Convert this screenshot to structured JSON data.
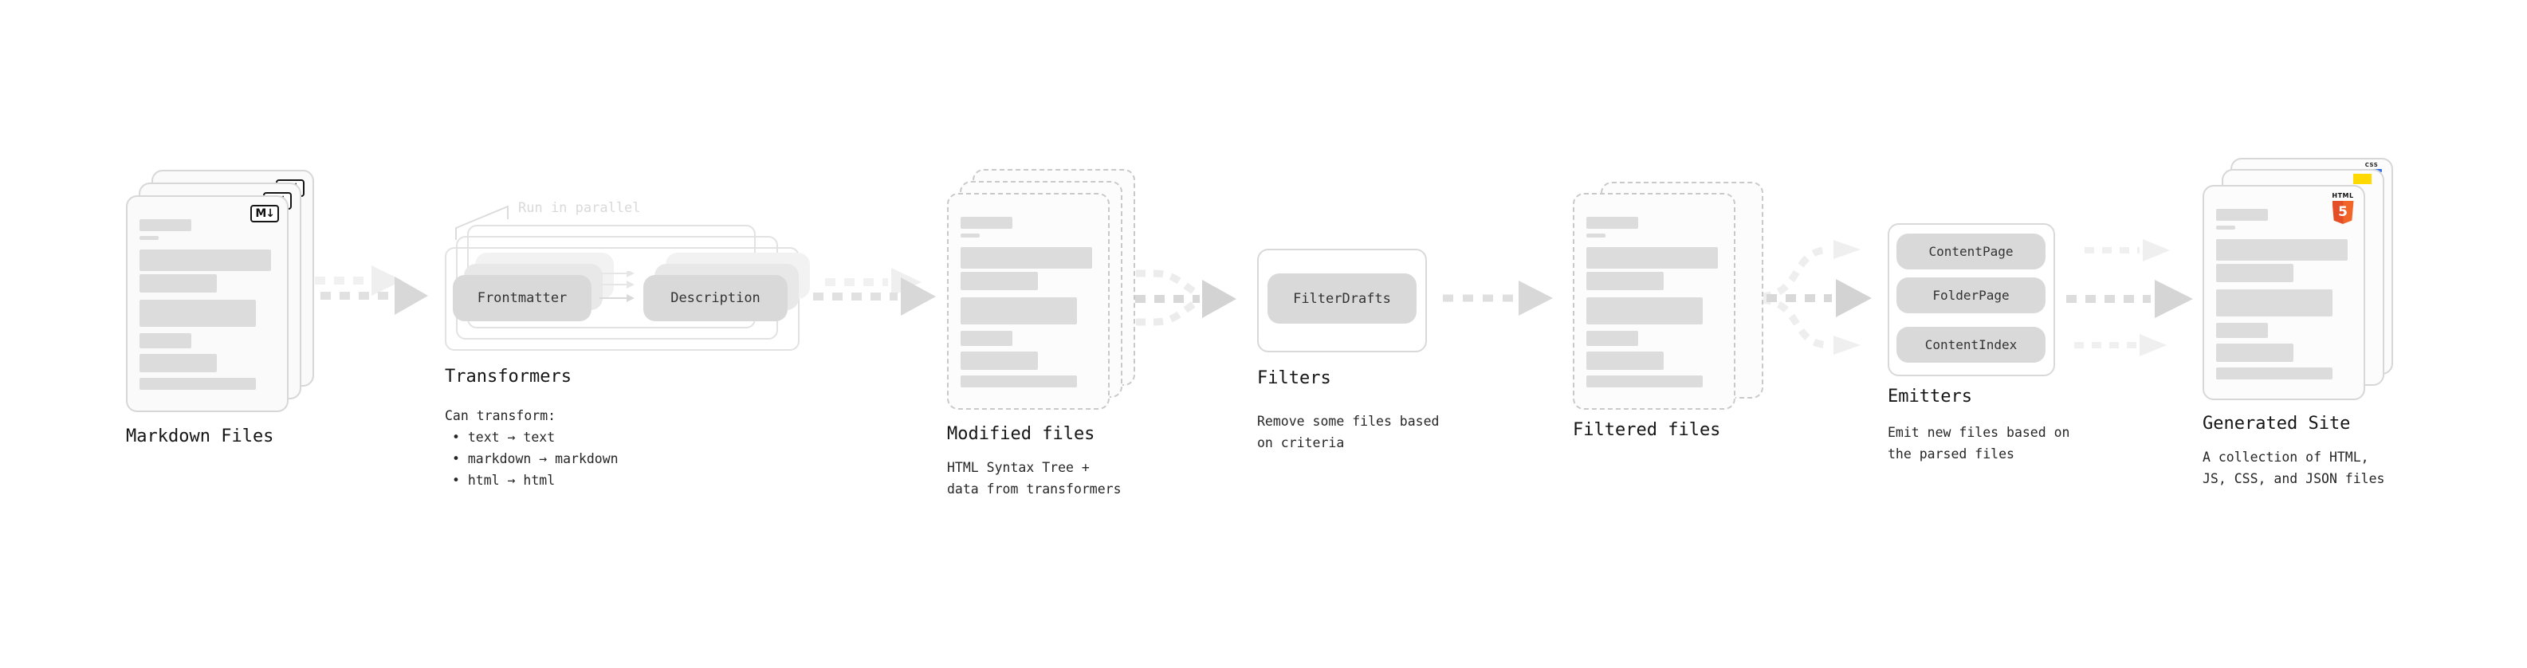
{
  "stages": {
    "markdown_files": {
      "title": "Markdown Files",
      "badge_label": "M↓"
    },
    "transformers": {
      "title": "Transformers",
      "parallel_label": "Run in parallel",
      "pill_frontmatter": "Frontmatter",
      "pill_description": "Description",
      "desc_heading": "Can transform:",
      "bullet_1": "• text → text",
      "bullet_2": "• markdown → markdown",
      "bullet_3": "• html → html"
    },
    "modified_files": {
      "title": "Modified files",
      "desc_line_1": "HTML Syntax Tree +",
      "desc_line_2": "data from transformers"
    },
    "filters": {
      "title": "Filters",
      "pill_filterdrafts": "FilterDrafts",
      "desc_line_1": "Remove some files based",
      "desc_line_2": "on criteria"
    },
    "filtered_files": {
      "title": "Filtered files"
    },
    "emitters": {
      "title": "Emitters",
      "pill_1": "ContentPage",
      "pill_2": "FolderPage",
      "pill_3": "ContentIndex",
      "desc_line_1": "Emit new files based on",
      "desc_line_2": "the parsed files"
    },
    "generated_site": {
      "title": "Generated Site",
      "desc_line_1": "A collection of HTML,",
      "desc_line_2": "JS, CSS, and JSON files",
      "badge_css": "CSS",
      "badge_html_word": "HTML",
      "badge_html_number": "5"
    }
  },
  "colors": {
    "html5_orange": "#e44d26",
    "js_yellow": "#ffd900",
    "css_blue": "#2f6fe0",
    "pill_gray": "#d9d9d9",
    "arrow_gray": "#d6d6d6",
    "skeleton_gray": "#dcdcdc",
    "card_border": "#d7d7d7"
  }
}
